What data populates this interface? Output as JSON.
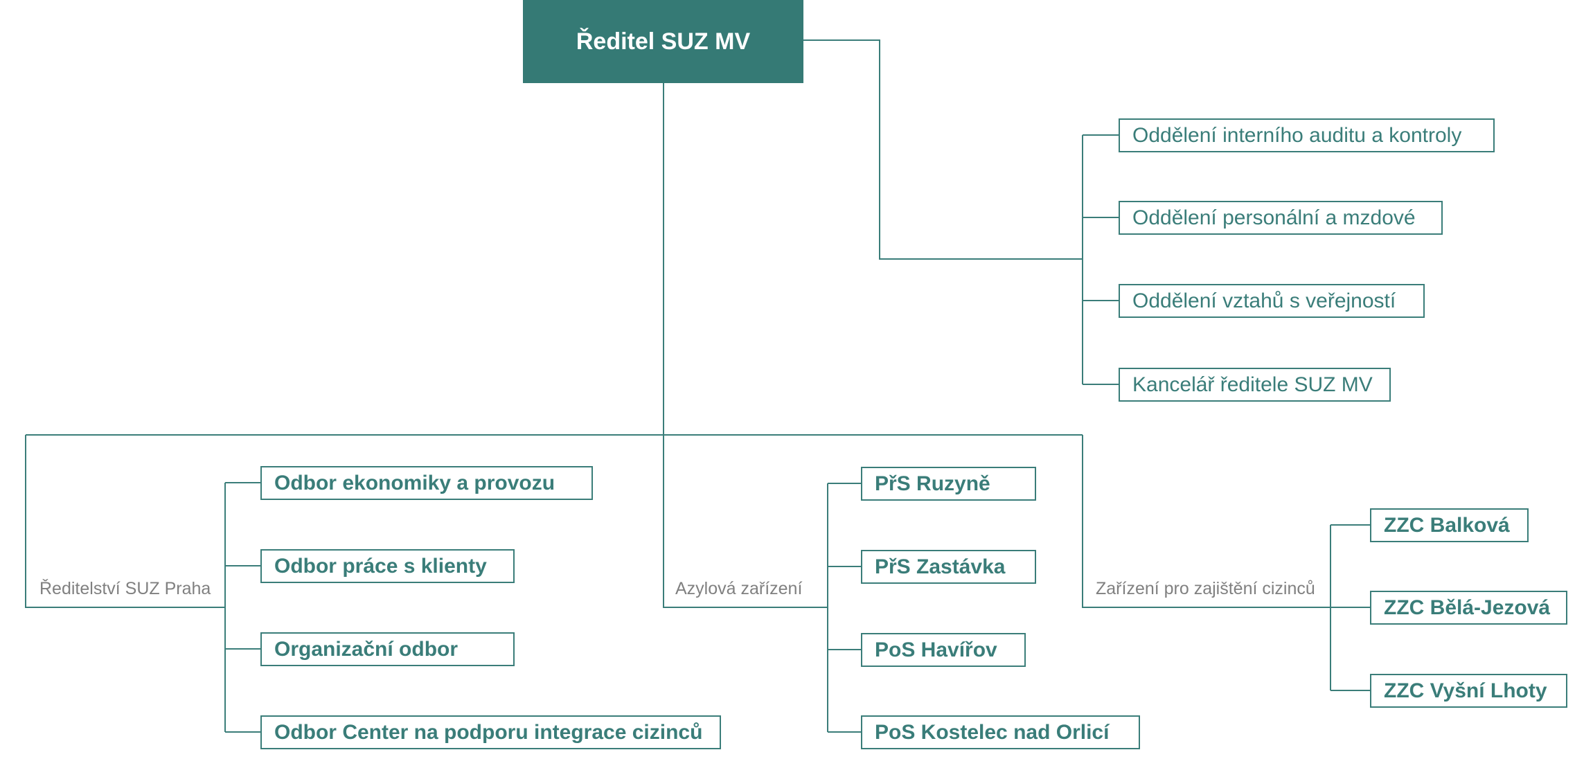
{
  "root": {
    "label": "Ředitel SUZ MV"
  },
  "staff_units": [
    "Oddělení interního auditu a kontroly",
    "Oddělení personální a mzdové",
    "Oddělení vztahů s veřejností",
    "Kancelář ředitele SUZ MV"
  ],
  "groups": [
    {
      "label": "Ředitelství SUZ Praha",
      "units": [
        "Odbor ekonomiky a provozu",
        "Odbor práce s klienty",
        "Organizační odbor",
        "Odbor Center na podporu integrace cizinců"
      ]
    },
    {
      "label": "Azylová zařízení",
      "units": [
        "PřS Ruzyně",
        "PřS Zastávka",
        "PoS Havířov",
        "PoS Kostelec nad Orlicí"
      ]
    },
    {
      "label": "Zařízení pro zajištění cizinců",
      "units": [
        "ZZC Balková",
        "ZZC Bělá-Jezová",
        "ZZC Vyšní Lhoty"
      ]
    }
  ],
  "colors": {
    "primary": "#357a75",
    "line": "#3a7d79",
    "label_gray": "#808080"
  }
}
